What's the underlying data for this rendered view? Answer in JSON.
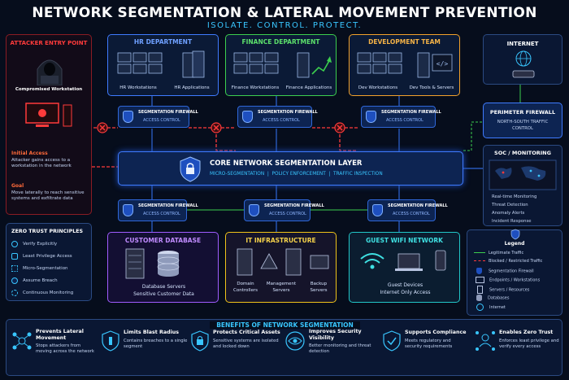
{
  "header": {
    "title": "NETWORK SEGMENTATION & LATERAL MOVEMENT PREVENTION",
    "subtitle": "ISOLATE. CONTROL. PROTECT."
  },
  "attacker": {
    "title": "ATTACKER ENTRY POINT",
    "workstation": "Compromised Workstation",
    "initial_access_title": "Initial Access",
    "initial_access_desc": "Attacker gains access to a workstation in the network",
    "goal_title": "Goal",
    "goal_desc": "Move laterally to reach sensitive systems and exfiltrate data"
  },
  "departments": {
    "hr": {
      "title": "HR DEPARTMENT",
      "left": "HR Workstations",
      "right": "HR Applications"
    },
    "finance": {
      "title": "FINANCE DEPARTMENT",
      "left": "Finance Workstations",
      "right": "Finance Applications"
    },
    "dev": {
      "title": "DEVELOPMENT TEAM",
      "left": "Dev Workstations",
      "right": "Dev Tools & Servers"
    }
  },
  "firewall": {
    "title": "SEGMENTATION FIREWALL",
    "sub": "ACCESS CONTROL"
  },
  "core": {
    "title": "CORE NETWORK SEGMENTATION LAYER",
    "features": "MICRO-SEGMENTATION  |  POLICY ENFORCEMENT  |  TRAFFIC INSPECTION"
  },
  "internet": {
    "title": "INTERNET",
    "perimeter_title": "PERIMETER FIREWALL",
    "perimeter_desc": "NORTH-SOUTH TRAFFIC CONTROL"
  },
  "soc": {
    "title": "SOC / MONITORING",
    "items": [
      "Real-time Monitoring",
      "Threat Detection",
      "Anomaly Alerts",
      "Incident Response"
    ]
  },
  "zero_trust": {
    "title": "ZERO TRUST PRINCIPLES",
    "items": [
      "Verify Explicitly",
      "Least Privilege Access",
      "Micro-Segmentation",
      "Assume Breach",
      "Continuous Monitoring"
    ]
  },
  "lower_segments": {
    "customer": {
      "title": "CUSTOMER DATABASE",
      "line1": "Database Servers",
      "line2": "Sensitive Customer Data"
    },
    "it": {
      "title": "IT INFRASTRUCTURE",
      "a1": "Domain",
      "a2": "Controllers",
      "b1": "Management",
      "b2": "Servers",
      "c1": "Backup",
      "c2": "Servers"
    },
    "guest": {
      "title": "GUEST WIFI NETWORK",
      "line1": "Guest Devices",
      "line2": "Internet Only Access"
    }
  },
  "legend": {
    "title": "Legend",
    "items": [
      "Legitimate Traffic",
      "Blocked / Restricted Traffic",
      "Segmentation Firewall",
      "Endpoints / Workstations",
      "Servers / Resources",
      "Databases",
      "Internet"
    ]
  },
  "benefits": {
    "title": "BENEFITS OF NETWORK SEGMENTATION",
    "items": [
      {
        "title": "Prevents Lateral Movement",
        "desc": "Stops attackers from moving across the network"
      },
      {
        "title": "Limits Blast Radius",
        "desc": "Contains breaches to a single segment"
      },
      {
        "title": "Protects Critical Assets",
        "desc": "Sensitive systems are isolated and locked down"
      },
      {
        "title": "Improves Security Visibility",
        "desc": "Better monitoring and threat detection"
      },
      {
        "title": "Supports Compliance",
        "desc": "Meets regulatory and security requirements"
      },
      {
        "title": "Enables Zero Trust",
        "desc": "Enforces least privilege and verify every access"
      }
    ]
  },
  "colors": {
    "hr": "#3f7bff",
    "finance": "#3ccf4e",
    "dev": "#f2a12b",
    "customer": "#a05cff",
    "it": "#f0c419",
    "guest": "#22c7c9",
    "attack": "#ff3b3b",
    "accent": "#39c6ff"
  }
}
